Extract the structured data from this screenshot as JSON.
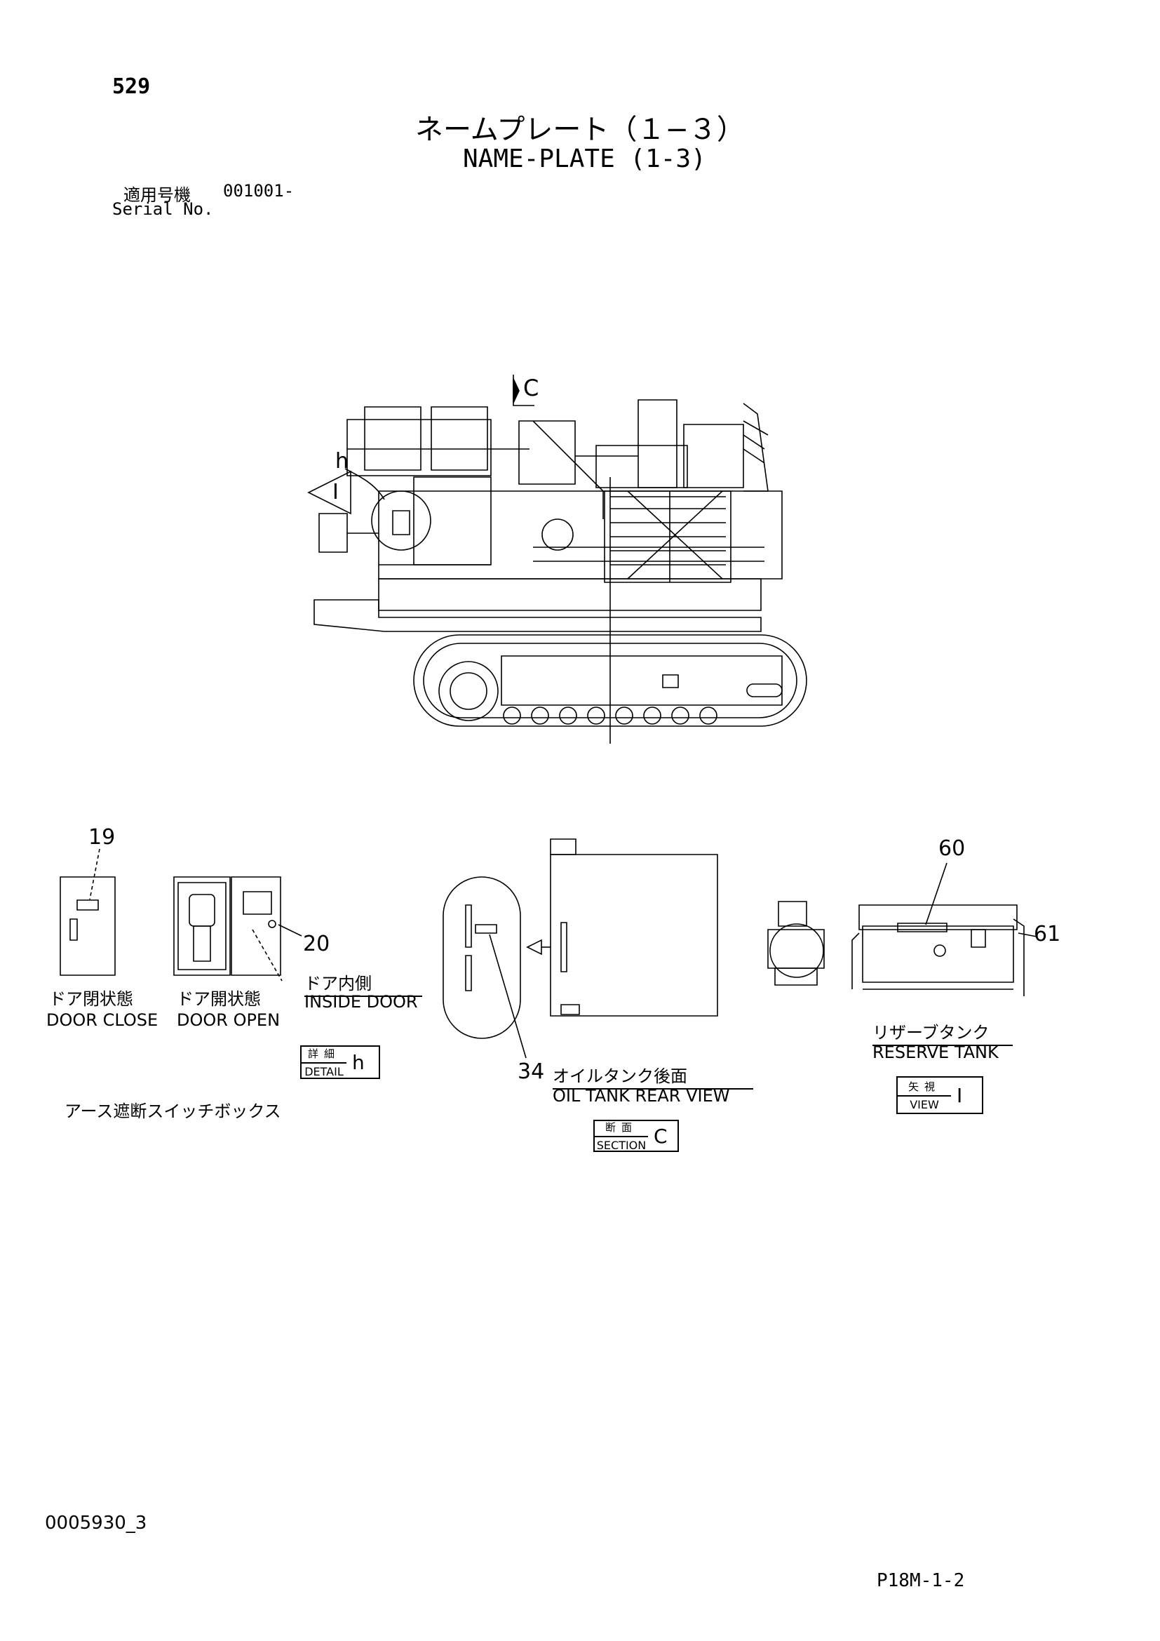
{
  "page": {
    "page_number": "529",
    "title_jp": "ネームプレート（１−３）",
    "title_en": "NAME-PLATE (1-3)",
    "serial_label_jp": "適用号機",
    "serial_value": "001001-",
    "serial_label_en": "Serial No.",
    "doc_code": "0005930_3",
    "sheet_code": "P18M-1-2"
  },
  "main_view": {
    "marker_c": "C",
    "marker_h": "h",
    "marker_i": "I"
  },
  "callouts": {
    "c19": "19",
    "c20": "20",
    "c34": "34",
    "c60": "60",
    "c61": "61"
  },
  "details": {
    "door_close_jp": "ドア閉状態",
    "door_close_en": "DOOR  CLOSE",
    "door_open_jp": "ドア開状態",
    "door_open_en": "DOOR  OPEN",
    "inside_door_jp": "ドア内側",
    "inside_door_en": "INSIDE  DOOR",
    "earth_switch_box_jp": "アース遮断スイッチボックス",
    "oil_tank_jp": "オイルタンク後面",
    "oil_tank_en": "OIL  TANK  REAR  VIEW",
    "reserve_tank_jp": "リザーブタンク",
    "reserve_tank_en": "RESERVE  TANK"
  },
  "tags": {
    "detail": {
      "jp": "詳細",
      "en": "DETAIL",
      "letter": "h"
    },
    "section": {
      "jp": "断面",
      "en": "SECTION",
      "letter": "C"
    },
    "view": {
      "jp": "矢視",
      "en": "VIEW",
      "letter": "I"
    }
  }
}
